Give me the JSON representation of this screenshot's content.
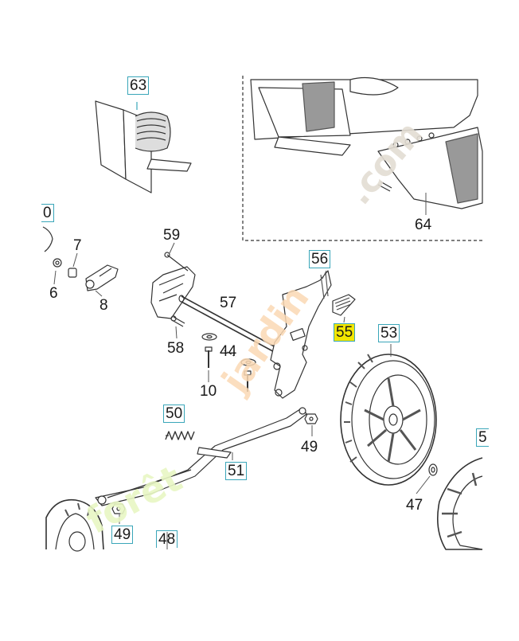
{
  "diagram": {
    "labels": {
      "p63": "63",
      "p64": "64",
      "p0": "0",
      "p7": "7",
      "p6": "6",
      "p8": "8",
      "p59": "59",
      "p56": "56",
      "p57": "57",
      "p55": "55",
      "p58": "58",
      "p44": "44",
      "p10": "10",
      "p53": "53",
      "p50": "50",
      "p49a": "49",
      "p51": "51",
      "p47": "47",
      "p49b": "49",
      "p48": "48",
      "p5": "5"
    },
    "highlighted_part": "55",
    "colors": {
      "highlight": "#f2e600",
      "label_box": "#3aa6b9",
      "line": "#333333"
    }
  },
  "watermark": {
    "text_a": "forêt",
    "text_b": "jardin",
    "text_c": ".com"
  }
}
